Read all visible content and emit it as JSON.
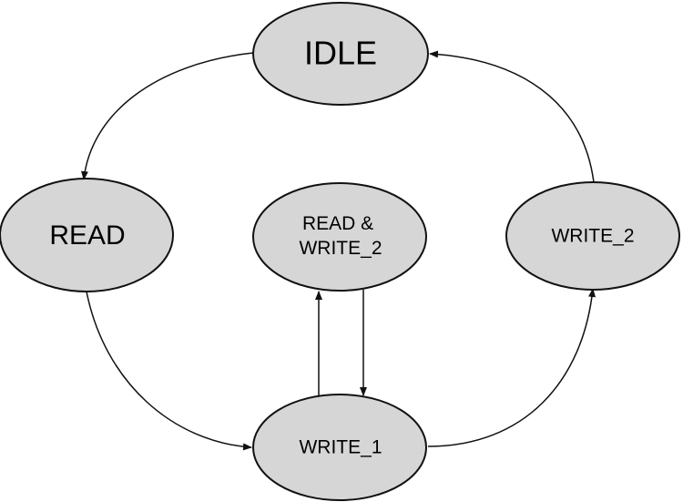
{
  "diagram": {
    "states": {
      "idle": {
        "label": "IDLE"
      },
      "read": {
        "label": "READ"
      },
      "read_write_2": {
        "label_line1": "READ &",
        "label_line2": "WRITE_2"
      },
      "write_1": {
        "label": "WRITE_1"
      },
      "write_2": {
        "label": "WRITE_2"
      }
    },
    "transitions": [
      {
        "from": "IDLE",
        "to": "READ"
      },
      {
        "from": "READ",
        "to": "WRITE_1"
      },
      {
        "from": "WRITE_1",
        "to": "READ & WRITE_2"
      },
      {
        "from": "READ & WRITE_2",
        "to": "WRITE_1"
      },
      {
        "from": "WRITE_1",
        "to": "WRITE_2"
      },
      {
        "from": "WRITE_2",
        "to": "IDLE"
      }
    ],
    "colors": {
      "state_fill": "#d6d6d6",
      "stroke": "#111111"
    }
  }
}
